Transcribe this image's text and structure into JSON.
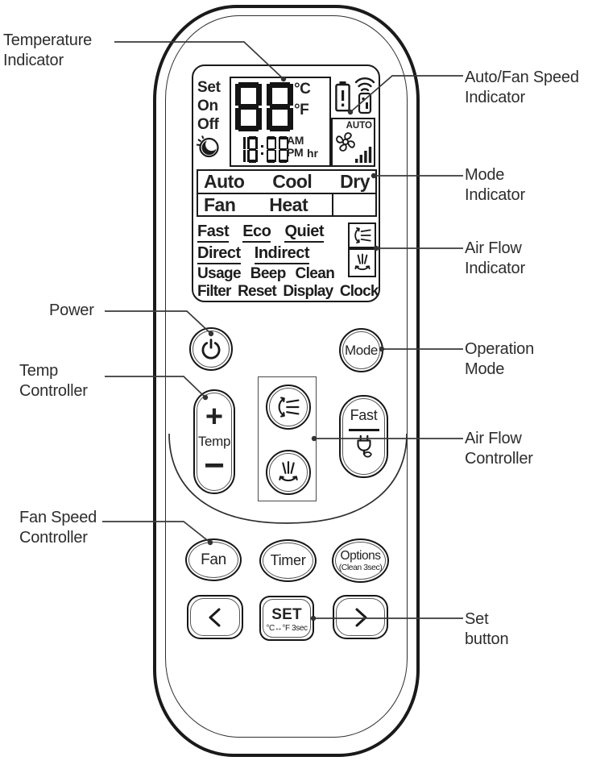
{
  "callouts": {
    "temperature_indicator": "Temperature Indicator",
    "auto_fan_speed_indicator": "Auto/Fan Speed Indicator",
    "mode_indicator": "Mode Indicator",
    "air_flow_indicator": "Air Flow Indicator",
    "power": "Power",
    "operation_mode": "Operation Mode",
    "temp_controller": "Temp Controller",
    "air_flow_controller": "Air Flow Controller",
    "fan_speed_controller": "Fan Speed Controller",
    "set_button": "Set button"
  },
  "remote": {
    "display": {
      "status_labels": [
        "Set",
        "On",
        "Off"
      ],
      "temperature": "88",
      "unit_celsius": "°C",
      "unit_fahrenheit": "°F",
      "time": "18:88",
      "meridiem_am": "AM",
      "meridiem_pm": "PM",
      "hour_suffix": "hr",
      "fan_auto": "AUTO",
      "modes_row1": [
        "Auto",
        "Cool",
        "Dry"
      ],
      "modes_row2": [
        "Fan",
        "Heat"
      ],
      "features_row1": [
        "Fast",
        "Eco",
        "Quiet"
      ],
      "features_row2": [
        "Direct",
        "Indirect"
      ],
      "features_row3": [
        "Usage",
        "Beep",
        "Clean"
      ],
      "features_row4": [
        "Filter",
        "Reset",
        "Display",
        "Clock"
      ]
    },
    "buttons": {
      "mode": "Mode",
      "temp_plus": "+",
      "temp_label": "Temp",
      "temp_minus": "−",
      "fast": "Fast",
      "fan": "Fan",
      "timer": "Timer",
      "options": "Options",
      "options_sub": "(Clean 3sec)",
      "set": "SET",
      "set_sub": "°C↔°F 3sec"
    },
    "icons": {
      "sleep": "good-sleep-icon",
      "battery": "battery-alert-icon",
      "signal": "remote-signal-icon",
      "fan": "fan-blades-icon",
      "fan_bars": "fan-speed-bars-icon",
      "airflow_horizontal": "airflow-horizontal-swing-icon",
      "airflow_vertical": "airflow-vertical-swing-icon",
      "power": "power-icon",
      "eco_plug": "eco-plug-icon",
      "chevron_left": "chevron-left-icon",
      "chevron_right": "chevron-right-icon"
    }
  },
  "colors": {
    "outline": "#1a1a1a",
    "callout_line": "#3a3a3a",
    "text": "#2d2d2d"
  }
}
